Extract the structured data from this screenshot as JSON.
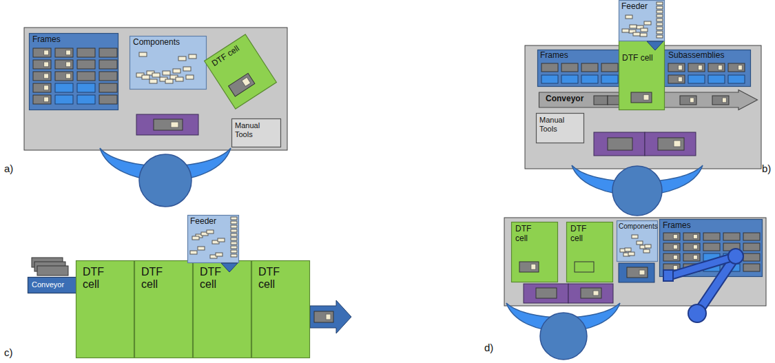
{
  "diagram": {
    "nodes": [
      {
        "text": [
          "Frames"
        ]
      },
      {
        "text": [
          "Components"
        ]
      },
      {
        "text": [
          "DTF cell"
        ]
      },
      {
        "text": [
          "Manual Tools"
        ]
      },
      {
        "text": [
          "Feeder"
        ]
      },
      {
        "text": [
          "Frames"
        ]
      },
      {
        "text": [
          "DTF cell"
        ]
      },
      {
        "text": [
          "Subassemblies"
        ]
      },
      {
        "text": [
          "Conveyor"
        ]
      },
      {
        "text": [
          "Manual Tools"
        ]
      },
      {
        "text": [
          "Conveyor"
        ]
      },
      {
        "text": [
          "DTF cell"
        ]
      },
      {
        "text": [
          "DTF cell"
        ]
      },
      {
        "text": [
          "DTF cell"
        ]
      },
      {
        "text": [
          "DTF cell"
        ]
      },
      {
        "text": [
          "Feeder"
        ]
      },
      {
        "text": [
          "DTF cell"
        ]
      },
      {
        "text": [
          "DTF cell"
        ]
      },
      {
        "text": [
          "Components"
        ]
      },
      {
        "text": [
          "Frames"
        ]
      }
    ],
    "labels": [
      "a)",
      "b)",
      "c)",
      "d)"
    ]
  }
}
